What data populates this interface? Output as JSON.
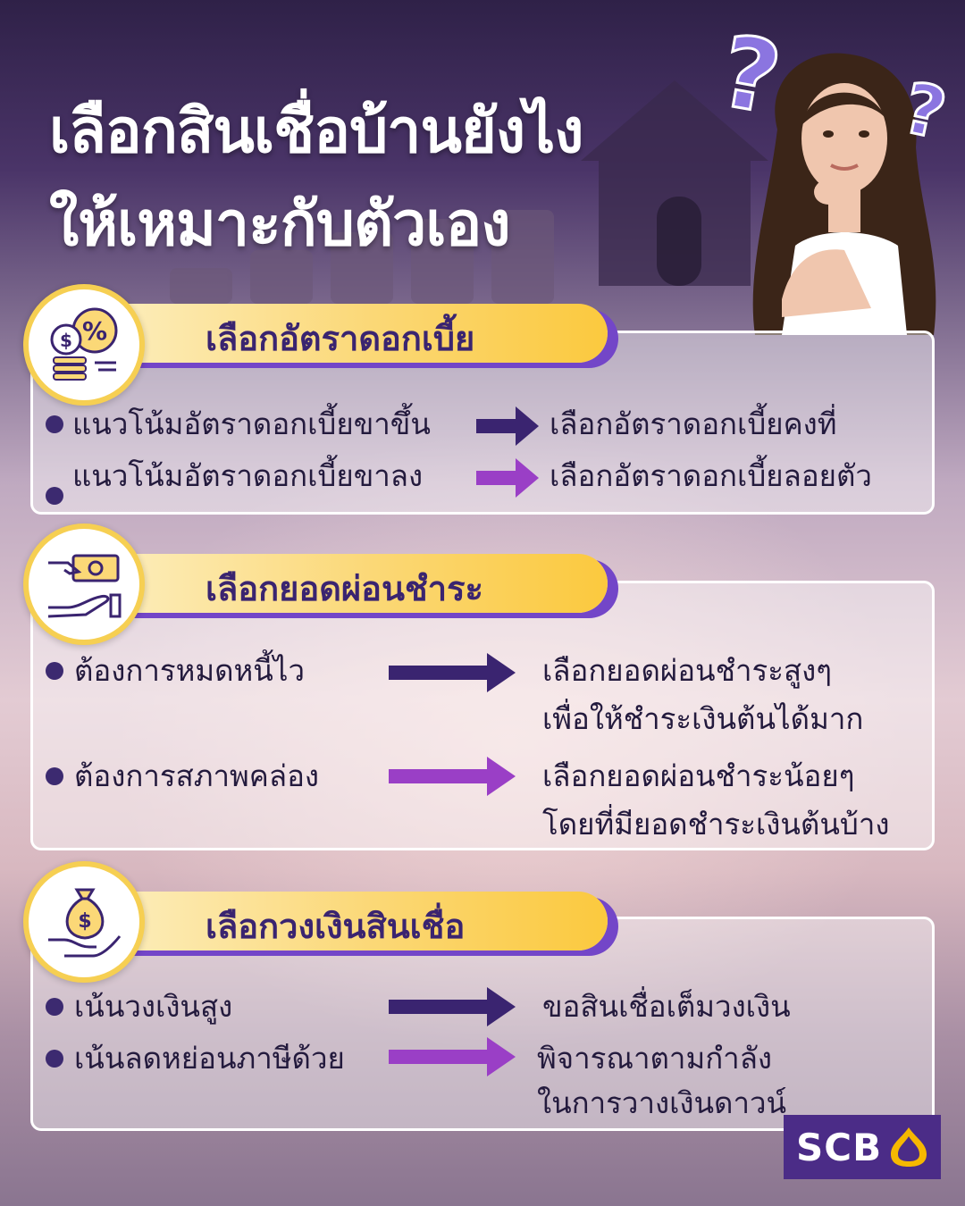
{
  "title": {
    "line1": "เลือกสินเชื่อบ้านยังไง",
    "line2": "ให้เหมาะกับตัวเอง"
  },
  "decor": {
    "q1": "?",
    "q2": "?"
  },
  "sections": [
    {
      "heading": "เลือกอัตราดอกเบี้ย",
      "icon": "coin-percent-icon",
      "rows": [
        {
          "left": "แนวโน้มอัตราดอกเบี้ยขาขึ้น",
          "right1": "เลือกอัตราดอกเบี้ยคงที่",
          "right2": ""
        },
        {
          "left": "แนวโน้มอัตราดอกเบี้ยขาลง",
          "right1": "เลือกอัตราดอกเบี้ยลอยตัว",
          "right2": ""
        }
      ]
    },
    {
      "heading": "เลือกยอดผ่อนชำระ",
      "icon": "cash-hand-icon",
      "rows": [
        {
          "left": "ต้องการหมดหนี้ไว",
          "right1": "เลือกยอดผ่อนชำระสูงๆ",
          "right2": "เพื่อให้ชำระเงินต้นได้มาก"
        },
        {
          "left": "ต้องการสภาพคล่อง",
          "right1": "เลือกยอดผ่อนชำระน้อยๆ",
          "right2": "โดยที่มียอดชำระเงินต้นบ้าง"
        }
      ]
    },
    {
      "heading": "เลือกวงเงินสินเชื่อ",
      "icon": "money-bag-hand-icon",
      "rows": [
        {
          "left": "เน้นวงเงินสูง",
          "right1": "ขอสินเชื่อเต็มวงเงิน",
          "right2": ""
        },
        {
          "left": "เน้นลดหย่อนภาษีด้วย",
          "right1": "พิจารณาตามกำลัง",
          "right2": "ในการวางเงินดาวน์"
        }
      ]
    }
  ],
  "brand": {
    "name": "SCB",
    "color": "#4b2c87"
  },
  "colors": {
    "arrow_dark": "#3a2470",
    "arrow_purple": "#9a3fc6",
    "banner_gold": "#fbc93e"
  }
}
